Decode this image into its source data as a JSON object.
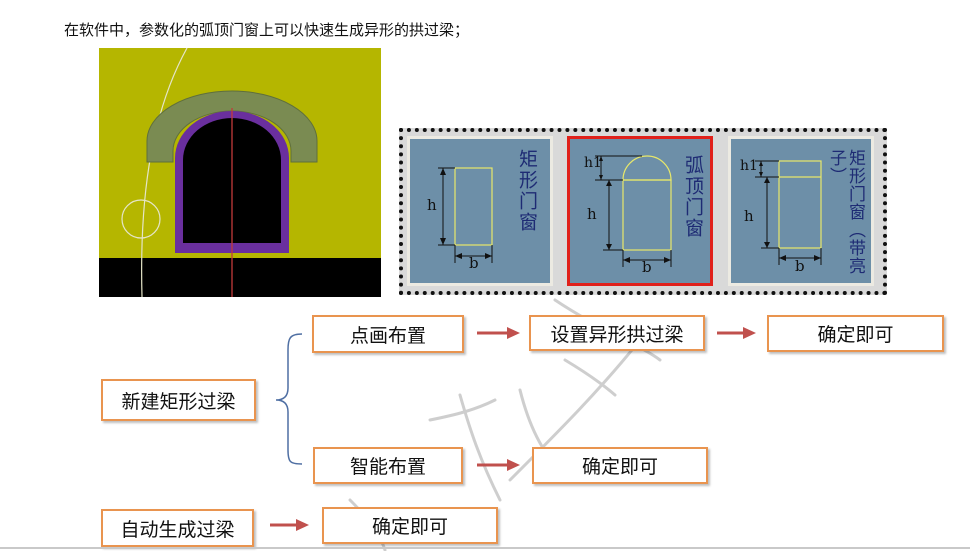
{
  "intro_text": "在软件中，参数化的弧顶门窗上可以快速生成异形的拱过梁；",
  "options": [
    {
      "label": "矩形门窗",
      "dims": {
        "h": "h",
        "b": "b"
      },
      "selected": false
    },
    {
      "label": "弧顶门窗",
      "dims": {
        "h1": "h1",
        "h": "h",
        "b": "b"
      },
      "selected": true
    },
    {
      "label": "矩形门窗(带亮子)",
      "label_display": "矩形门窗（带亮子）",
      "dims": {
        "h1": "h1",
        "h": "h",
        "b": "b"
      },
      "selected": false
    }
  ],
  "flow": {
    "new_rect_beam": "新建矩形过梁",
    "point_place": "点画布置",
    "set_special_beam": "设置异形拱过梁",
    "confirm_1": "确定即可",
    "smart_place": "智能布置",
    "confirm_2": "确定即可",
    "auto_generate": "自动生成过梁",
    "confirm_3": "确定即可"
  },
  "colors": {
    "box_border": "#e9944f",
    "arrow": "#c0504d",
    "bracket": "#4f6fa3",
    "selected_border": "#e0201a",
    "card_fill": "#6d8fa8",
    "cad_background": "#b5b600"
  }
}
